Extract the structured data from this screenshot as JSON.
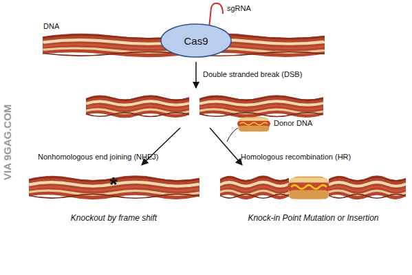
{
  "diagram": {
    "nodes": [
      {
        "text": [
          "DNA"
        ]
      },
      {
        "text": [
          "Cas9"
        ]
      },
      {
        "text": [
          "Knockout by frame shift"
        ]
      },
      {
        "text": [
          "Knock-in Point Mutation or Insertion"
        ]
      }
    ],
    "labels": [
      "sgRNA",
      "Double stranded break (DSB)",
      "Donor DNA",
      "Nonhomologous end joining (NHEJ)",
      "Homologous recombination (HR)",
      "*",
      "VIA 9GAG.COM"
    ]
  }
}
